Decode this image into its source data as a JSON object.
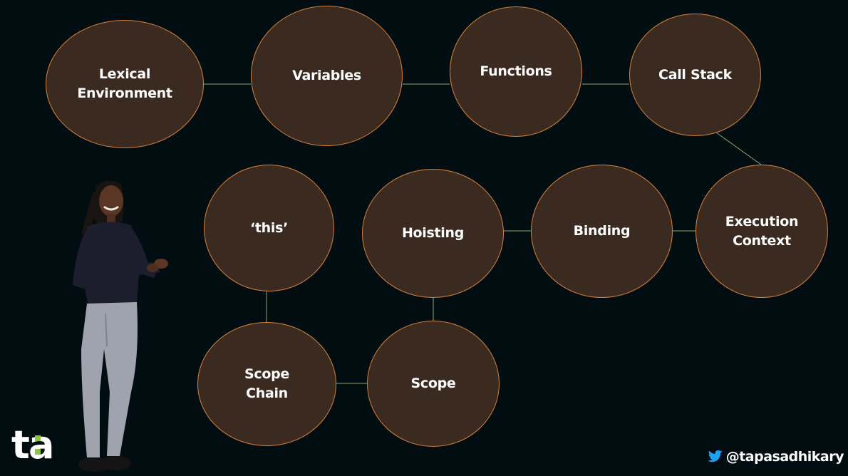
{
  "nodes": [
    {
      "id": "lexical",
      "label": "Lexical\nEnvironment"
    },
    {
      "id": "variables",
      "label": "Variables"
    },
    {
      "id": "functions",
      "label": "Functions"
    },
    {
      "id": "callstack",
      "label": "Call Stack"
    },
    {
      "id": "this",
      "label": "‘this’"
    },
    {
      "id": "hoisting",
      "label": "Hoisting"
    },
    {
      "id": "binding",
      "label": "Binding"
    },
    {
      "id": "execution",
      "label": "Execution\nContext"
    },
    {
      "id": "scopechain",
      "label": "Scope\nChain"
    },
    {
      "id": "scope",
      "label": "Scope"
    }
  ],
  "edges": [
    [
      "lexical",
      "variables"
    ],
    [
      "variables",
      "functions"
    ],
    [
      "functions",
      "callstack"
    ],
    [
      "callstack",
      "execution"
    ],
    [
      "execution",
      "binding"
    ],
    [
      "binding",
      "hoisting"
    ],
    [
      "hoisting",
      "scope"
    ],
    [
      "scope",
      "scopechain"
    ],
    [
      "scopechain",
      "this"
    ]
  ],
  "colors": {
    "background": "#020d12",
    "node_fill": "#3a2a1f",
    "node_border": "#d9813a",
    "connector": "#7fae6a",
    "logo_accent": "#8cc63f",
    "twitter_blue": "#1da1f2"
  },
  "logo": {
    "letter_t": "t",
    "letter_a": "a"
  },
  "footer": {
    "twitter_handle": "@tapasadhikary",
    "icon": "twitter-bird-icon"
  }
}
